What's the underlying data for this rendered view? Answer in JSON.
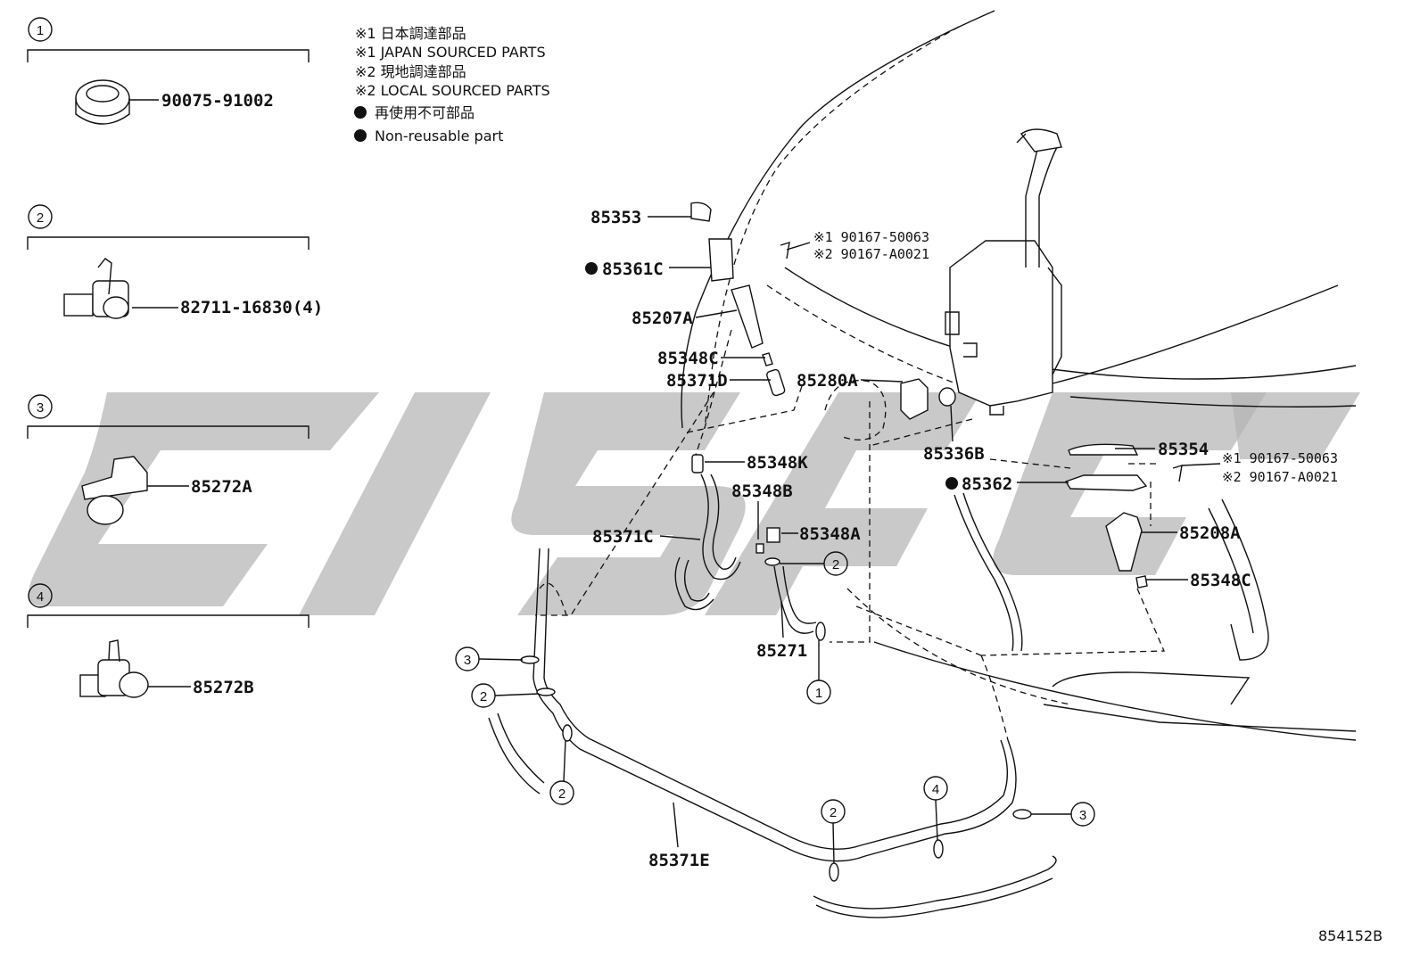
{
  "notes": {
    "japan_jp": "※1 日本調達部品",
    "japan_en": "※1 JAPAN SOURCED PARTS",
    "local_jp": "※2 現地調達部品",
    "local_en": "※2 LOCAL SOURCED PARTS",
    "nonreuse_jp": "再使用不可部品",
    "nonreuse_en": "Non-reusable part"
  },
  "clips": [
    {
      "num": "1",
      "part": "90075-91002"
    },
    {
      "num": "2",
      "part": "82711-16830(4)"
    },
    {
      "num": "3",
      "part": "85272A"
    },
    {
      "num": "4",
      "part": "85272B"
    }
  ],
  "labels": {
    "p85353": "85353",
    "p85361c": "85361C",
    "p85207a": "85207A",
    "p85348c_l": "85348C",
    "p85371d": "85371D",
    "p85280a": "85280A",
    "p85348k": "85348K",
    "p85348b": "85348B",
    "p85371c": "85371C",
    "p85348a": "85348A",
    "p85271": "85271",
    "p85371e": "85371E",
    "p85336b": "85336B",
    "p85362": "85362",
    "p85354": "85354",
    "p85208a": "85208A",
    "p85348c_r": "85348C",
    "bolt_top_1": "※1 90167-50063",
    "bolt_top_2": "※2 90167-A0021",
    "bolt_right_1": "※1 90167-50063",
    "bolt_right_2": "※2 90167-A0021"
  },
  "callouts": {
    "c2_85271": "2",
    "c1_85271": "1",
    "c3_left": "3",
    "c2_left": "2",
    "c2_lower": "2",
    "c2_mid": "2",
    "c4_mid": "4",
    "c3_right": "3"
  },
  "diagram_id": "854152B",
  "watermark": "gray logo"
}
